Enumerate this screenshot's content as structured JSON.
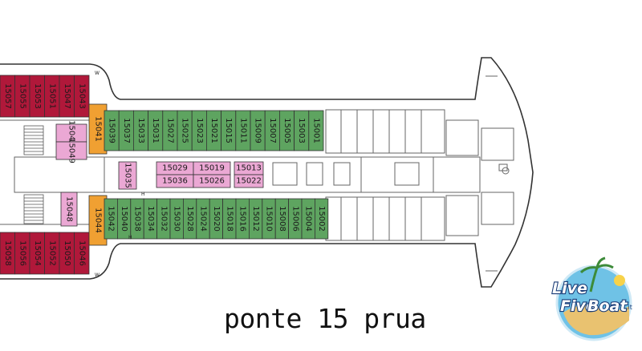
{
  "caption": "ponte 15 prua",
  "logo": {
    "word1": "Live",
    "word2": "Five",
    "word3": "Boat",
    "suffix": ".it"
  },
  "colors": {
    "red": "#b0183a",
    "green": "#5ea460",
    "pink": "#eba8d4",
    "orange": "#f0a032",
    "hull": "#333333"
  },
  "cabins": {
    "red_top": [
      "15057",
      "15055",
      "15053",
      "15051",
      "15047",
      "15043"
    ],
    "red_bottom": [
      "15058",
      "15056",
      "15054",
      "15052",
      "15050",
      "15046"
    ],
    "orange_top": "15041",
    "orange_bottom": "15044",
    "pink_upper": [
      "15045",
      "15049"
    ],
    "pink_lower": "15048",
    "pink_center_tall": "15035",
    "pink_center_grid": [
      "15029",
      "15019",
      "15036",
      "15026"
    ],
    "pink_center_pair": [
      "15013",
      "15022"
    ],
    "green_top": [
      "15039",
      "15037",
      "15033",
      "15031",
      "15027",
      "15025",
      "15023",
      "15021",
      "15015",
      "15011",
      "15009",
      "15007",
      "15005",
      "15003",
      "15001"
    ],
    "green_bottom": [
      "15042",
      "15040",
      "15038",
      "15034",
      "15032",
      "15030",
      "15028",
      "15024",
      "15020",
      "15018",
      "15016",
      "15012",
      "15010",
      "15008",
      "15006",
      "15004",
      "15002"
    ]
  },
  "markers": {
    "wc": "W",
    "lift": "H"
  }
}
